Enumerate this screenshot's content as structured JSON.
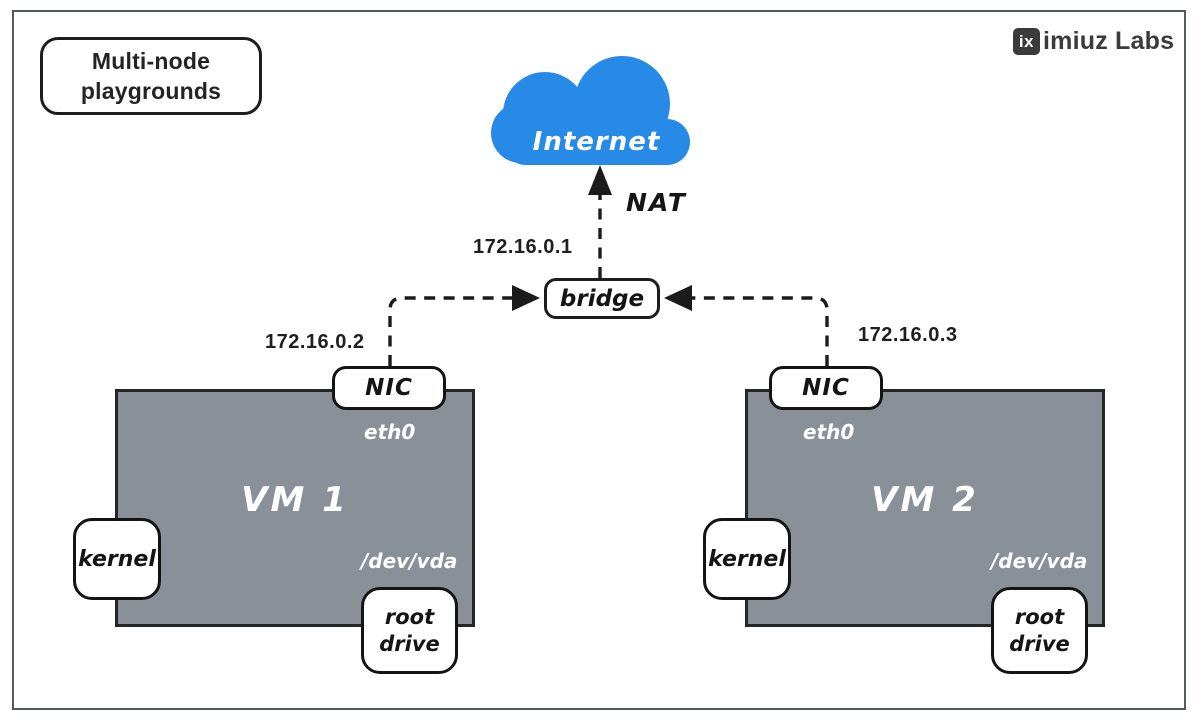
{
  "colors": {
    "internet_blue": "#268ae6",
    "vm_gray": "#8a9098",
    "stroke_dark": "#1b1b1b",
    "frame_gray": "#555a5e",
    "logo_dark": "#3b3b3b"
  },
  "header": {
    "title": "Multi-node\nplaygrounds",
    "logo_mark": "ix",
    "logo_text": "imiuz Labs"
  },
  "internet": {
    "label": "Internet"
  },
  "nat": {
    "label": "NAT"
  },
  "bridge": {
    "label": "bridge",
    "ip": "172.16.0.1"
  },
  "vms": [
    {
      "name": "VM 1",
      "nic_label": "NIC",
      "ip": "172.16.0.2",
      "iface": "eth0",
      "kernel_label": "kernel",
      "device": "/dev/vda",
      "drive_label": "root\ndrive"
    },
    {
      "name": "VM 2",
      "nic_label": "NIC",
      "ip": "172.16.0.3",
      "iface": "eth0",
      "kernel_label": "kernel",
      "device": "/dev/vda",
      "drive_label": "root\ndrive"
    }
  ]
}
